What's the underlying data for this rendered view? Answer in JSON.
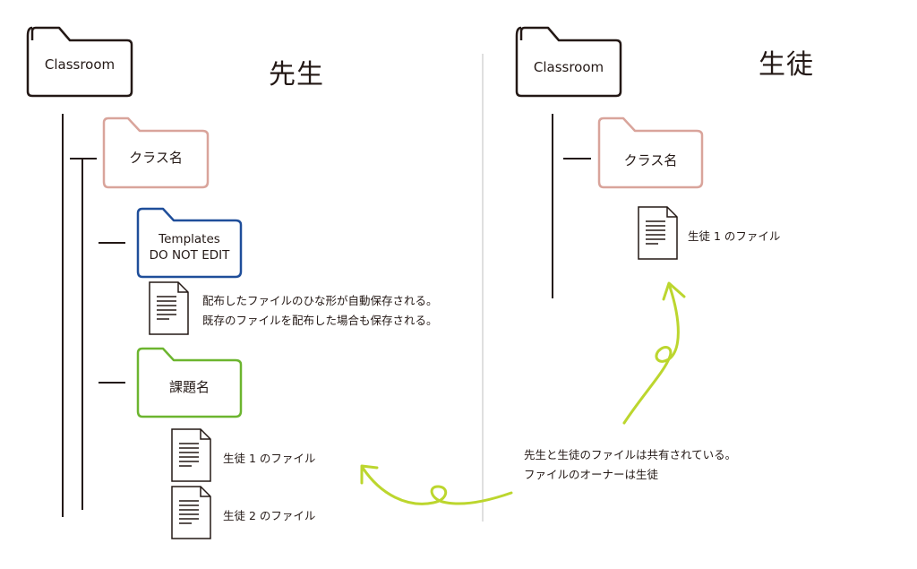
{
  "teacher": {
    "heading": "先生",
    "root_folder": "Classroom",
    "class_folder": "クラス名",
    "templates_folder": {
      "line1": "Templates",
      "line2": "DO NOT EDIT"
    },
    "templates_note": [
      "配布したファイルのひな形が自動保存される。",
      "既存のファイルを配布した場合も保存される。"
    ],
    "assignment_folder": "課題名",
    "files": [
      {
        "label": "生徒 1 のファイル"
      },
      {
        "label": "生徒 2 のファイル"
      }
    ]
  },
  "student": {
    "heading": "生徒",
    "root_folder": "Classroom",
    "class_folder": "クラス名",
    "files": [
      {
        "label": "生徒 1 のファイル"
      }
    ]
  },
  "sharing_note": [
    "先生と生徒のファイルは共有されている。",
    "ファイルのオーナーは生徒"
  ],
  "colors": {
    "root": "#231815",
    "class": "#d9a49b",
    "templates": "#1f4e9a",
    "assignment": "#6cb52f",
    "arrow": "#bcd62e",
    "divider": "#bfbfbf",
    "line": "#231815"
  }
}
